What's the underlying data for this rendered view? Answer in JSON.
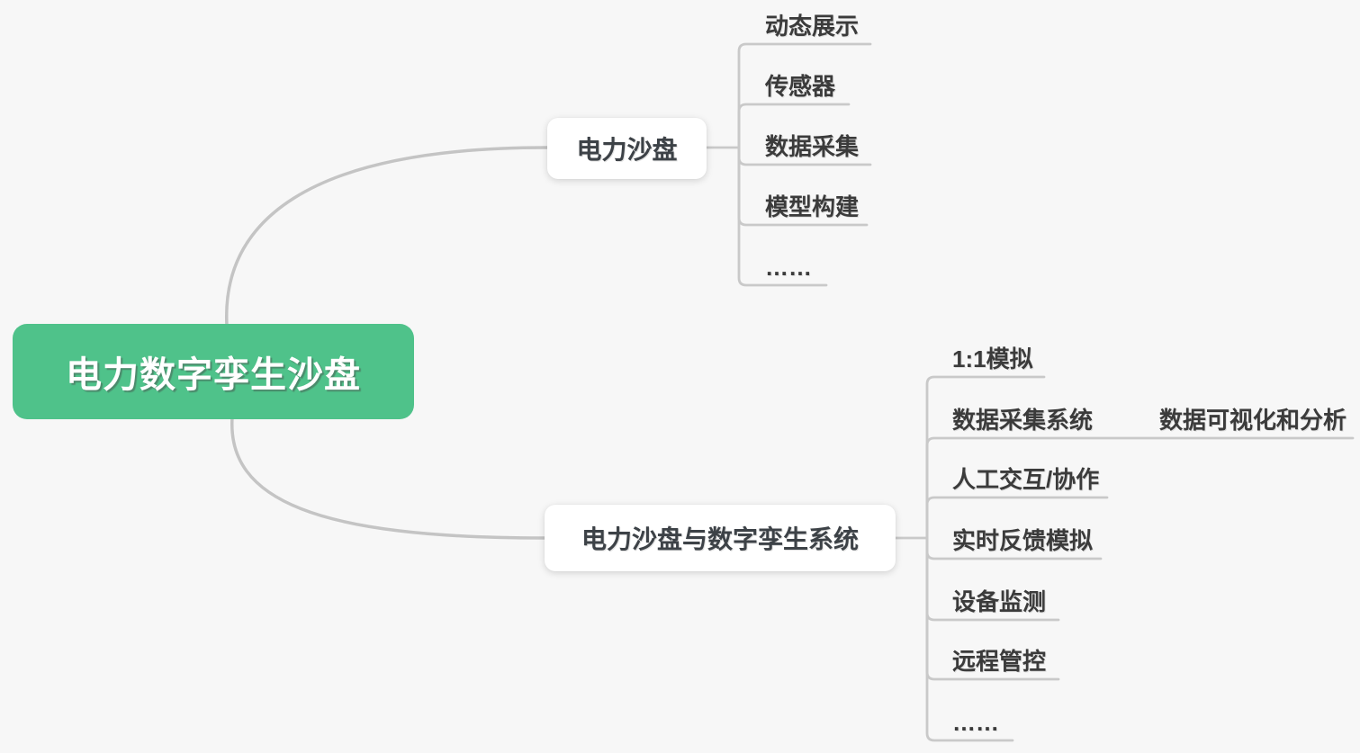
{
  "mindmap": {
    "root": {
      "label": "电力数字孪生沙盘"
    },
    "branches": [
      {
        "label": "电力沙盘",
        "children": [
          {
            "label": "动态展示"
          },
          {
            "label": "传感器"
          },
          {
            "label": "数据采集"
          },
          {
            "label": "模型构建"
          },
          {
            "label": "……"
          }
        ]
      },
      {
        "label": "电力沙盘与数字孪生系统",
        "children": [
          {
            "label": "1:1模拟"
          },
          {
            "label": "数据采集系统",
            "children": [
              {
                "label": "数据可视化和分析"
              }
            ]
          },
          {
            "label": "人工交互/协作"
          },
          {
            "label": "实时反馈模拟"
          },
          {
            "label": "设备监测"
          },
          {
            "label": "远程管控"
          },
          {
            "label": "……"
          }
        ]
      }
    ],
    "colors": {
      "background": "#f7f7f7",
      "root_fill": "#4fc28a",
      "root_text": "#ffffff",
      "topic_fill": "#ffffff",
      "topic_text": "#3d4247",
      "leaf_text": "#3b3b3b",
      "connector": "#c6c6c6"
    }
  }
}
